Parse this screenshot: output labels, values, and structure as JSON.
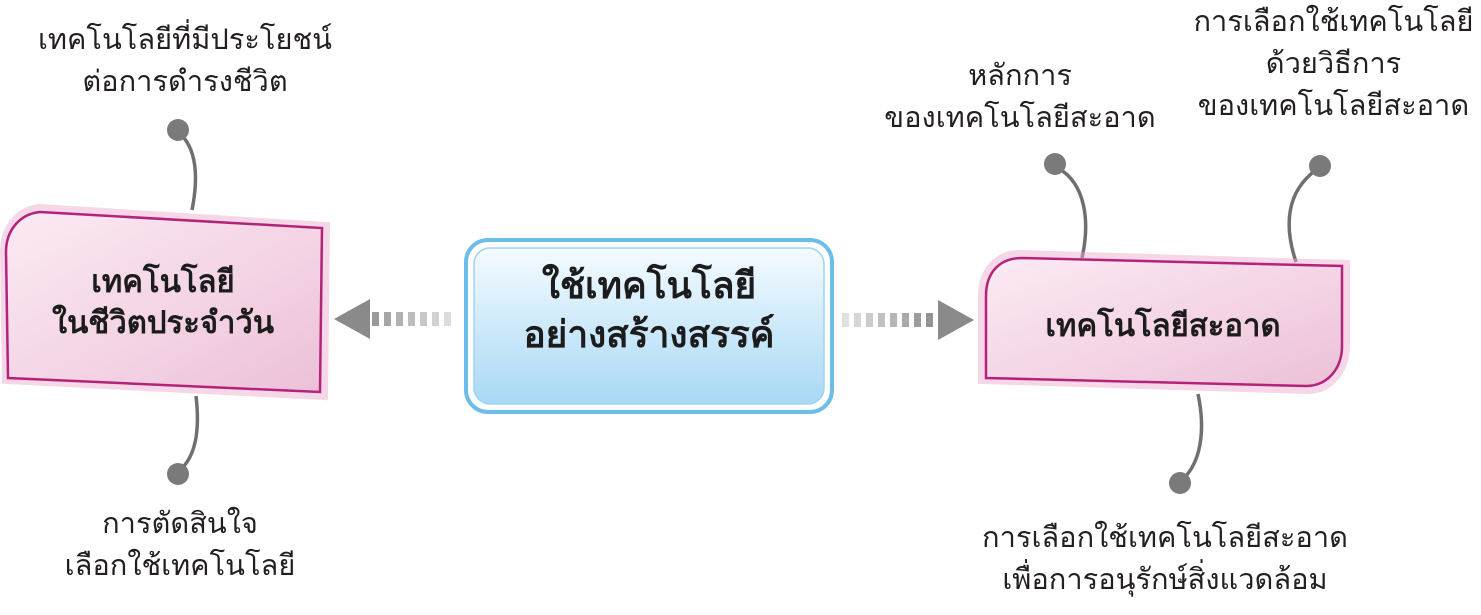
{
  "diagram": {
    "center_node": {
      "lines": [
        "ใช้เทคโนโลยี",
        "อย่างสร้างสรรค์"
      ],
      "fill_top": "#f4fbff",
      "fill_bottom": "#a9d8f5",
      "border": "#6cbde8"
    },
    "left_node": {
      "lines": [
        "เทคโนโลยี",
        "ในชีวิตประจำวัน"
      ],
      "fill": "#f3d2e4",
      "border": "#b3237a"
    },
    "right_node": {
      "lines": [
        "เทคโนโลยีสะอาด"
      ],
      "fill": "#f3d2e4",
      "border": "#b3237a"
    },
    "leaves": {
      "left_top": [
        "เทคโนโลยีที่มีประโยชน์",
        "ต่อการดำรงชีวิต"
      ],
      "left_bottom": [
        "การตัดสินใจ",
        "เลือกใช้เทคโนโลยี"
      ],
      "right_top_middle": [
        "หลักการ",
        "ของเทคโนโลยีสะอาด"
      ],
      "right_top_right": [
        "การเลือกใช้เทคโนโลยี",
        "ด้วยวิธีการ",
        "ของเทคโนโลยีสะอาด"
      ],
      "right_bottom": [
        "การเลือกใช้เทคโนโลยีสะอาด",
        "เพื่อการอนุรักษ์สิ่งแวดล้อม"
      ]
    },
    "colors": {
      "arrow": "#8a8a8a",
      "connector_line": "#6f6f6f",
      "connector_dot": "#7a7a7a",
      "text": "#231f20"
    }
  }
}
